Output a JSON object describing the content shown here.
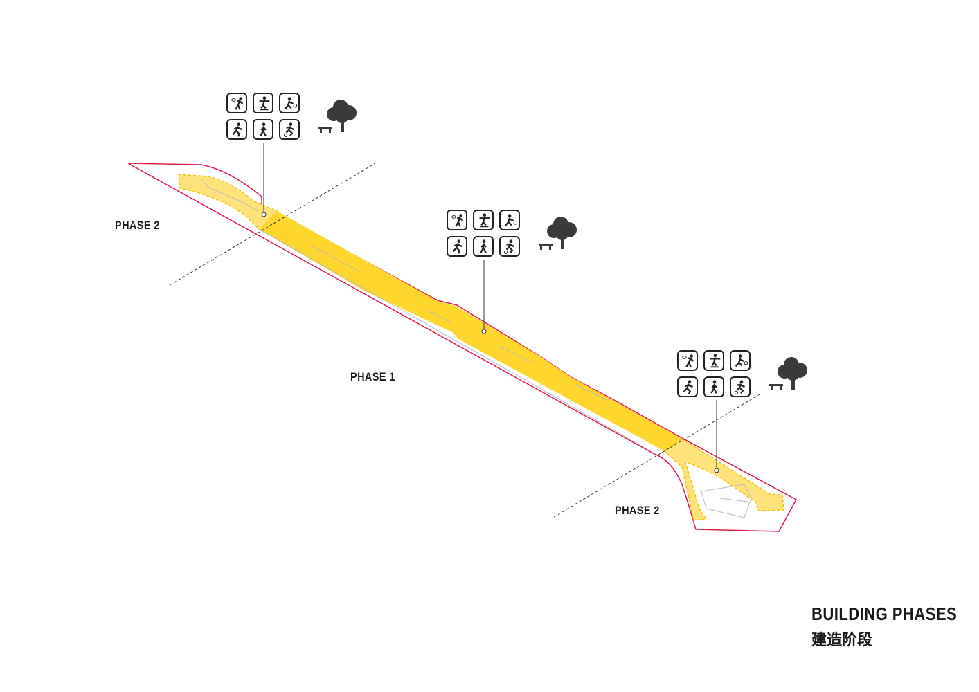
{
  "labels": {
    "phase2_left": "PHASE 2",
    "phase1": "PHASE 1",
    "phase2_right": "PHASE 2"
  },
  "title": {
    "en": "BUILDING PHASES",
    "zh": "建造阶段"
  },
  "activity_icons": [
    "tennis-icon",
    "skateboard-icon",
    "volleyball-icon",
    "running-icon",
    "walking-icon",
    "football-icon"
  ],
  "amenity_icons": [
    "bench-icon",
    "tree-icon"
  ],
  "colors": {
    "phase1": "#FFD62E",
    "phase2": "#FFE27A",
    "boundary": "#E0194A",
    "icon": "#222222",
    "tree": "#3a3a3a"
  }
}
